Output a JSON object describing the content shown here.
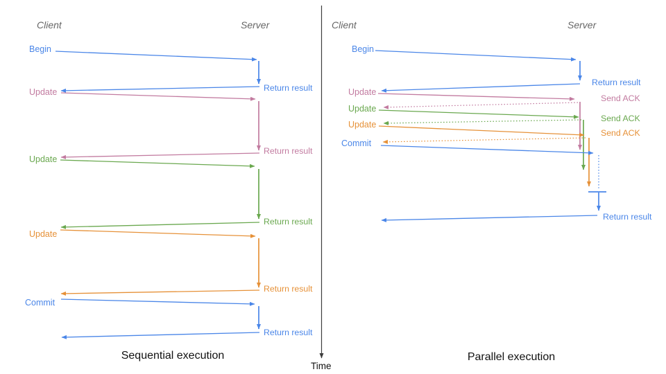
{
  "palette": {
    "blue": "#4a86e8",
    "pink": "#c27ba0",
    "green": "#6aa84f",
    "orange": "#e69138",
    "header_gray": "#666666",
    "axis_gray": "#3d3d3d",
    "caption_black": "#111111"
  },
  "left": {
    "headers": {
      "client": "Client",
      "server": "Server"
    },
    "caption": "Sequential execution",
    "rows": [
      {
        "request": "Begin",
        "response": "Return result",
        "color": "blue"
      },
      {
        "request": "Update",
        "response": "Return result",
        "color": "pink"
      },
      {
        "request": "Update",
        "response": "Return result",
        "color": "green"
      },
      {
        "request": "Update",
        "response": "Return result",
        "color": "orange"
      },
      {
        "request": "Commit",
        "response": "Return result",
        "color": "blue"
      }
    ]
  },
  "right": {
    "headers": {
      "client": "Client",
      "server": "Server"
    },
    "caption": "Parallel execution",
    "rows": [
      {
        "request": "Begin",
        "response": "Return result",
        "color": "blue"
      },
      {
        "request": "Update",
        "response": "Send ACK",
        "color": "pink"
      },
      {
        "request": "Update",
        "response": "Send ACK",
        "color": "green"
      },
      {
        "request": "Update",
        "response": "Send ACK",
        "color": "orange"
      },
      {
        "request": "Commit",
        "response": "Return result",
        "color": "blue"
      }
    ]
  },
  "time_axis": {
    "label": "Time"
  }
}
